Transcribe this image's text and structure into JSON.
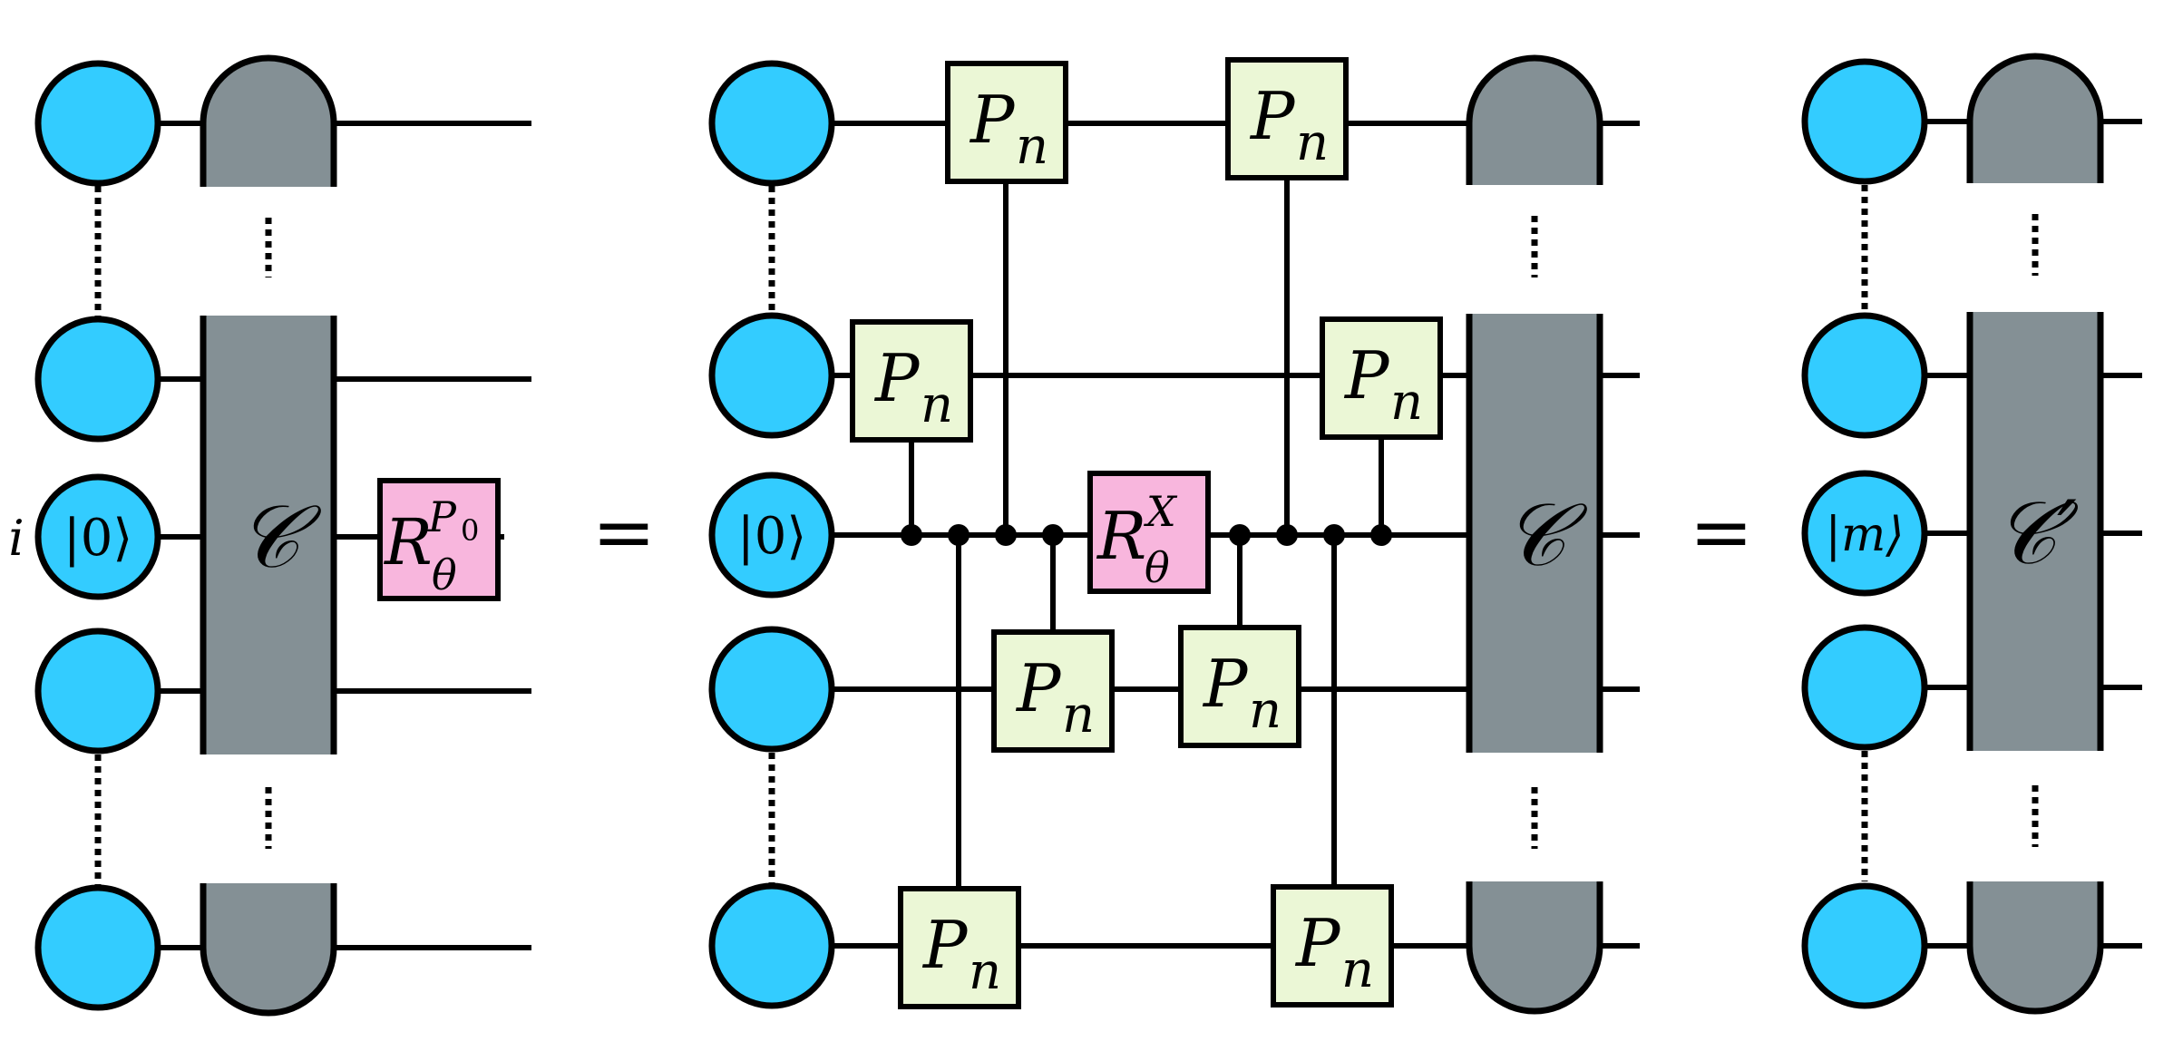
{
  "diagram": {
    "panel_left": {
      "row_label": "i",
      "special_state": "|0⟩",
      "circuit_label": "𝒞",
      "rotation": {
        "base": "R",
        "sub": "θ",
        "sup": "P",
        "sup_sub": "0"
      }
    },
    "equals_1": "=",
    "panel_middle": {
      "special_state": "|0⟩",
      "circuit_label": "𝒞",
      "pauli": {
        "base": "P",
        "sub": "n"
      },
      "rotation": {
        "base": "R",
        "sub": "θ",
        "sup": "X"
      }
    },
    "equals_2": "=",
    "panel_right": {
      "special_state": "|m⟩",
      "circuit_label": "𝒞′"
    },
    "colors": {
      "qubit": "#33ccff",
      "circuit_block": "#849095",
      "pauli_gate": "#ebf7d6",
      "rotation_gate": "#f8b6dd"
    }
  }
}
